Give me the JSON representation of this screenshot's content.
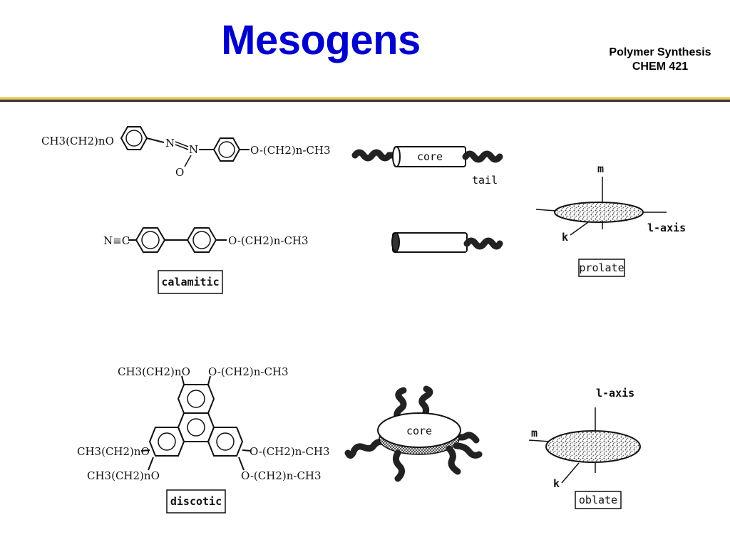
{
  "slide": {
    "title": "Mesogens",
    "course_line1": "Polymer Synthesis",
    "course_line2": "CHEM 421"
  },
  "calamitic": {
    "molecule1": {
      "left_group": "CH3(CH2)nO",
      "azoxy_n1": "N",
      "azoxy_n2": "N",
      "azoxy_o": "O",
      "right_group": "O-(CH2)n-CH3"
    },
    "molecule2": {
      "left_group": "N≡C",
      "right_group": "O-(CH2)n-CH3"
    },
    "label": "calamitic"
  },
  "rod_model": {
    "core_label": "core",
    "tail_label": "tail"
  },
  "prolate": {
    "axis_m": "m",
    "axis_k": "k",
    "axis_l": "l-axis",
    "label": "prolate"
  },
  "discotic": {
    "top_left": "CH3(CH2)nO",
    "top_right": "O-(CH2)n-CH3",
    "mid_left": "CH3(CH2)nO",
    "mid_right": "O-(CH2)n-CH3",
    "bottom_left": "CH3(CH2)nO",
    "bottom_right": "O-(CH2)n-CH3",
    "label": "discotic"
  },
  "disc_model": {
    "core_label": "core"
  },
  "oblate": {
    "axis_l": "l-axis",
    "axis_m": "m",
    "axis_k": "k",
    "label": "oblate"
  }
}
